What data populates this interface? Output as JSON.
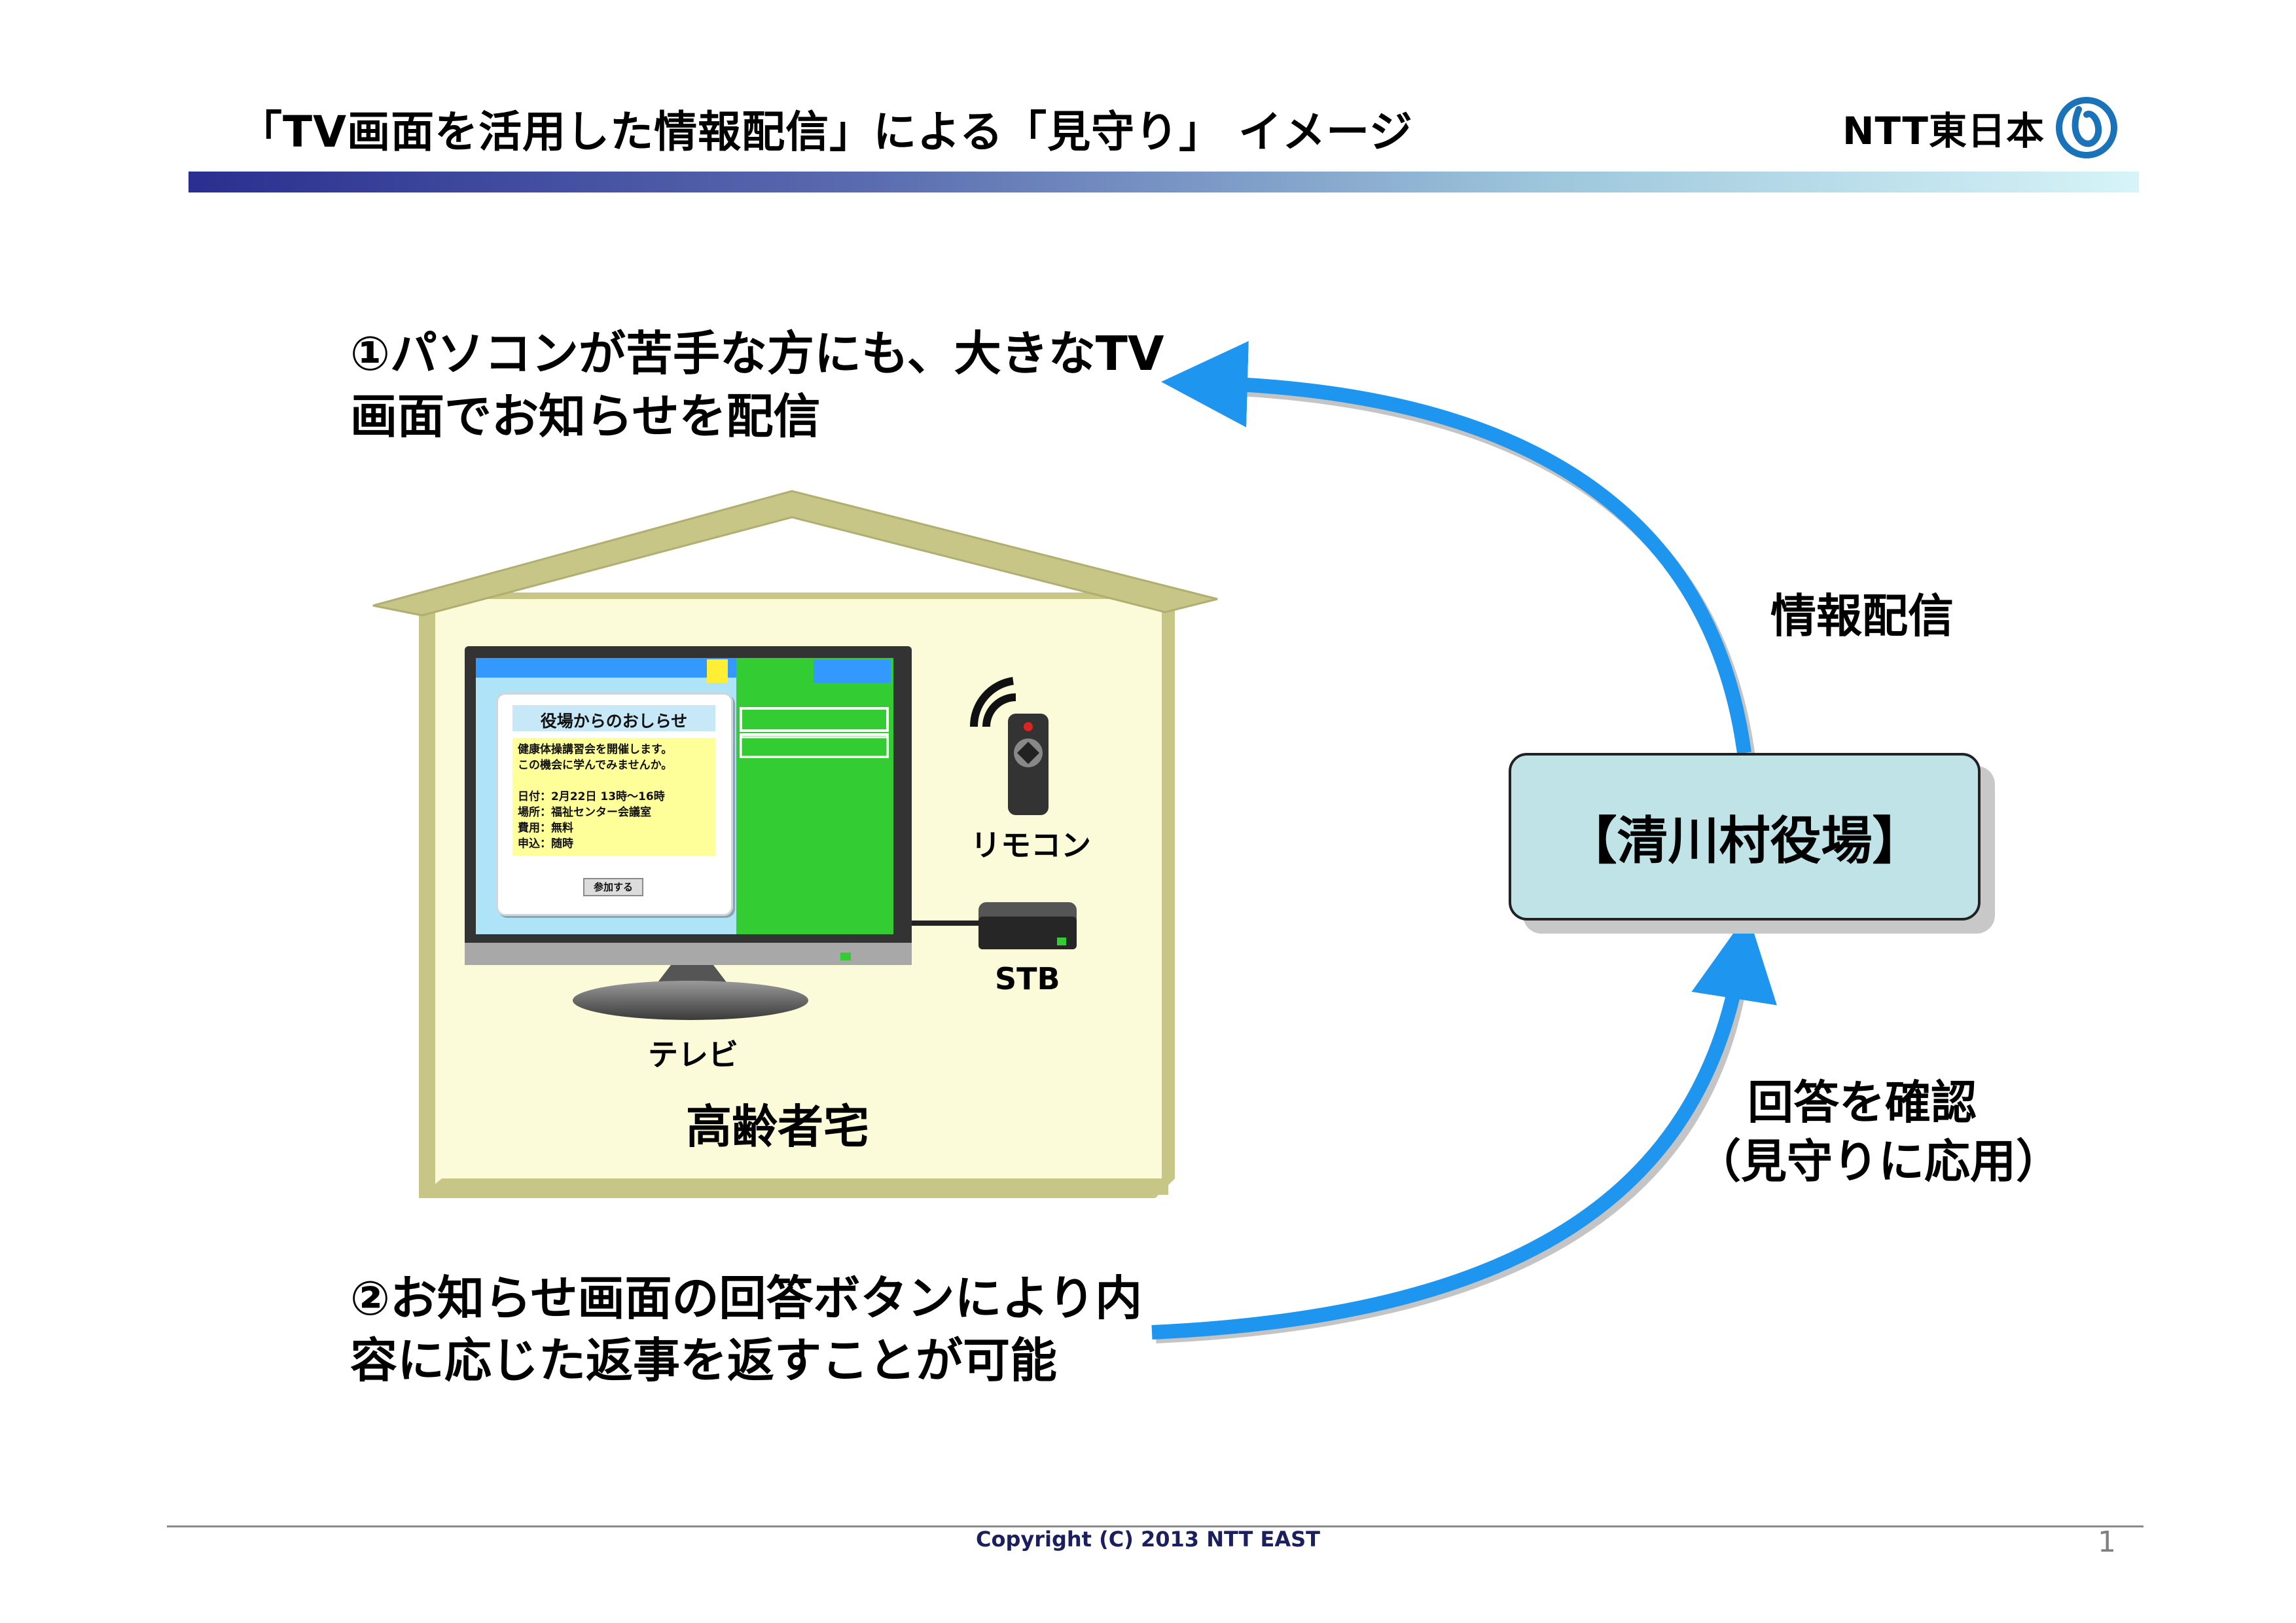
{
  "header": {
    "title": "「TV画面を活用した情報配信」による「見守り」 イメージ",
    "logo_text": "NTT東日本"
  },
  "point1": {
    "line1": "①パソコンが苦手な方にも、大きなTV",
    "line2": "画面でお知らせを配信"
  },
  "point2": {
    "line1": "②お知らせ画面の回答ボタンにより内",
    "line2": "容に応じた返事を返すことが可能"
  },
  "arrow_top_label": "情報配信",
  "arrow_bottom_label": {
    "line1": "回答を確認",
    "line2": "（見守りに応用）"
  },
  "office_box": "【清川村役場】",
  "house": {
    "label": "高齢者宅",
    "tv_label": "テレビ",
    "stb_label": "STB",
    "remote_label": "リモコン"
  },
  "notice": {
    "title": "役場からのおしらせ",
    "lines": [
      "健康体操講習会を開催します。",
      "この機会に学んでみませんか。",
      "",
      "日付：2月22日 13時～16時",
      "場所：福祉センター会議室",
      "費用：無料",
      "申込：随時"
    ],
    "button_label": "参加する"
  },
  "footer": {
    "copyright": "Copyright (C) 2013 NTT EAST",
    "page_number": "1"
  },
  "colors": {
    "title_bar_start": "#2a2f8f",
    "title_bar_end": "#d6f4f8",
    "arrow": "#1e96f0",
    "house_wall": "#fbfbd9",
    "house_roof": "#c8c686",
    "tv_screen": "#3399ff",
    "tv_side_panel": "#33cc33",
    "notice_bg": "#ffff99",
    "office_box": "#bfe3e6",
    "logo_blue": "#1a72b9"
  }
}
